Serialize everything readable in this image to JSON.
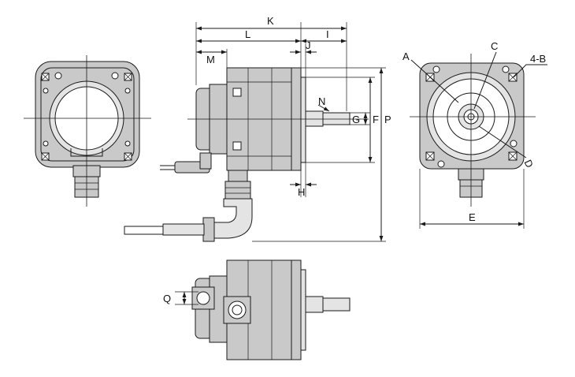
{
  "figure": {
    "title": "Servo motor outline dimension drawing",
    "views": [
      "front-view",
      "side-view",
      "rear-view",
      "bottom-view"
    ]
  },
  "labels": {
    "K": "K",
    "L": "L",
    "I": "I",
    "J": "J",
    "M": "M",
    "N": "N",
    "G": "G",
    "F": "F",
    "P": "P",
    "H": "H",
    "A": "A",
    "C": "C",
    "B": "4-B",
    "D": "D",
    "E": "E",
    "Q": "Q"
  }
}
